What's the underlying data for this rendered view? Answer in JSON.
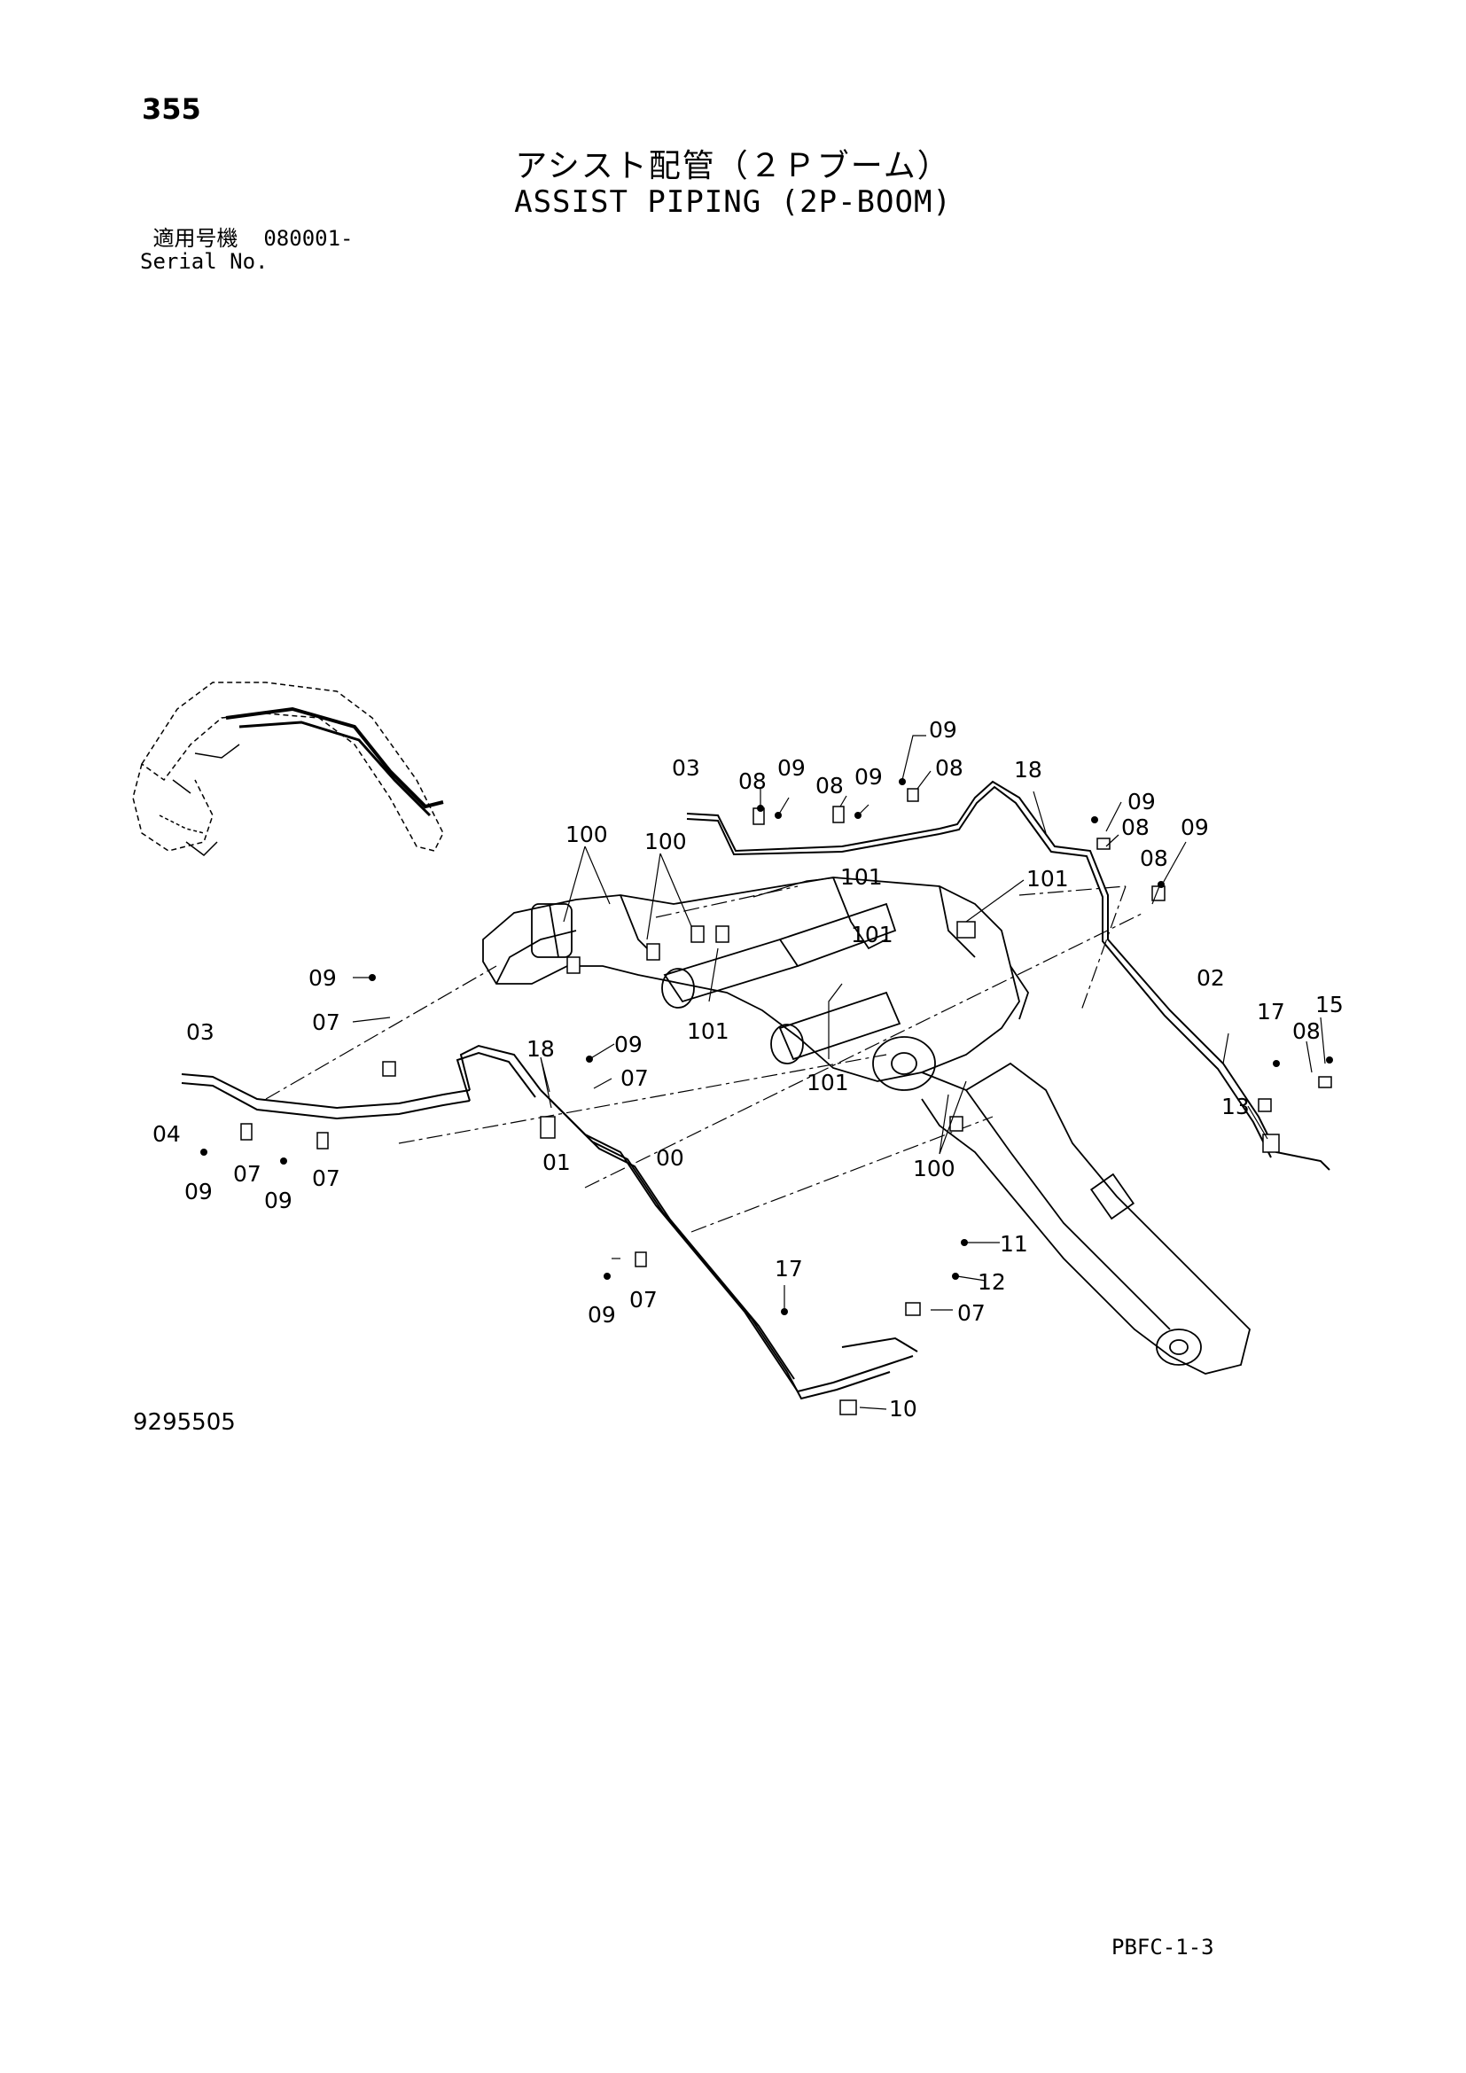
{
  "header": {
    "page_number": "355",
    "title_jp": "アシスト配管（２Ｐブーム）",
    "title_en": "ASSIST PIPING (2P-BOOM)"
  },
  "serial": {
    "label_jp": "適用号機",
    "value": "080001-",
    "label_en": "Serial No."
  },
  "footer": {
    "drawing_number": "9295505",
    "page_code": "PBFC-1-3"
  },
  "callouts": {
    "c1": "09",
    "c2": "08",
    "c3": "03",
    "c4": "08",
    "c5": "09",
    "c6": "08",
    "c7": "09",
    "c8": "18",
    "c9": "09",
    "c10": "08",
    "c11": "09",
    "c12": "08",
    "c13": "100",
    "c14": "100",
    "c15": "101",
    "c16": "101",
    "c17": "101",
    "c18": "101",
    "c19": "101",
    "c20": "09",
    "c21": "07",
    "c22": "03",
    "c23": "04",
    "c24": "09",
    "c25": "07",
    "c26": "09",
    "c27": "07",
    "c28": "18",
    "c29": "09",
    "c30": "07",
    "c31": "01",
    "c32": "00",
    "c33": "02",
    "c34": "17",
    "c35": "15",
    "c36": "08",
    "c37": "13",
    "c38": "100",
    "c39": "11",
    "c40": "12",
    "c41": "07",
    "c42": "17",
    "c43": "09",
    "c44": "07",
    "c45": "10"
  }
}
